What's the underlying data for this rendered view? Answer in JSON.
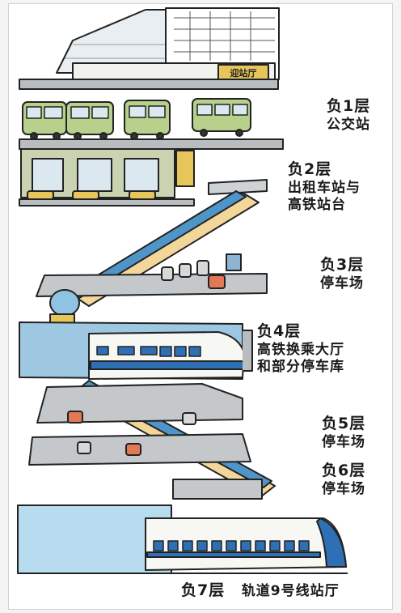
{
  "station_sign": "迎站厅",
  "levels": [
    {
      "id": "b1",
      "title": "负1层",
      "desc_lines": [
        "公交站"
      ]
    },
    {
      "id": "b2",
      "title": "负2层",
      "desc_lines": [
        "出租车站与",
        "高铁站台"
      ]
    },
    {
      "id": "b3",
      "title": "负3层",
      "desc_lines": [
        "停车场"
      ]
    },
    {
      "id": "b4",
      "title": "负4层",
      "desc_lines": [
        "高铁换乘大厅",
        "和部分停车库"
      ]
    },
    {
      "id": "b5",
      "title": "负5层",
      "desc_lines": [
        "停车场"
      ]
    },
    {
      "id": "b6",
      "title": "负6层",
      "desc_lines": [
        "停车场"
      ]
    },
    {
      "id": "b7",
      "title": "负7层",
      "desc_lines": [
        "轨道9号线站厅"
      ]
    }
  ],
  "colors": {
    "ink": "#222222",
    "bus_green": "#b7d08c",
    "slab_grey": "#b9bdc0",
    "escalator_blue": "#4f95c8",
    "escalator_cream": "#f3d79a",
    "water_blue": "#b8dcef",
    "train_white": "#f7f7f4",
    "train_blue": "#2f6fb4",
    "sign_gold": "#e6c65a"
  }
}
